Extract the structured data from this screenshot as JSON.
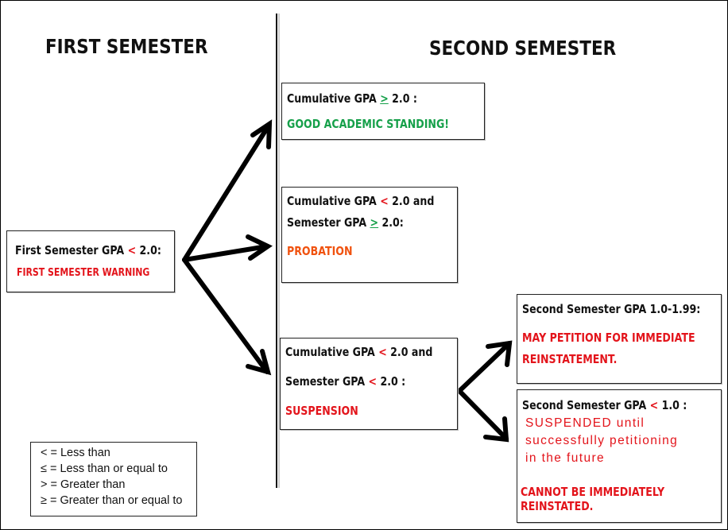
{
  "headings": {
    "first": "FIRST SEMESTER",
    "second": "SECOND SEMESTER"
  },
  "nodes": {
    "first_semester": {
      "condition": {
        "prefix": "First Semester GPA ",
        "op": "<",
        "suffix": " 2.0:"
      },
      "outcome": "FIRST SEMESTER  WARNING"
    },
    "good_standing": {
      "condition": {
        "prefix": "Cumulative GPA ",
        "op": ">",
        "suffix": " 2.0 :"
      },
      "outcome": "GOOD ACADEMIC STANDING!"
    },
    "probation": {
      "condition_line1": {
        "prefix": "Cumulative GPA ",
        "op": "<",
        "suffix": " 2.0 and"
      },
      "condition_line2": {
        "prefix": "Semester GPA ",
        "op": ">",
        "suffix": " 2.0:"
      },
      "outcome": "PROBATION"
    },
    "suspension": {
      "condition_line1": {
        "prefix": "Cumulative GPA ",
        "op": "<",
        "suffix": " 2.0 and"
      },
      "condition_line2": {
        "prefix": "Semester GPA ",
        "op": "<",
        "suffix": " 2.0 :"
      },
      "outcome": "SUSPENSION"
    },
    "petition": {
      "condition": "Second Semester GPA 1.0-1.99:",
      "outcome_line1": "MAY PETITION FOR IMMEDIATE",
      "outcome_line2": "REINSTATEMENT."
    },
    "suspended": {
      "condition": {
        "prefix": "Second Semester GPA ",
        "op": "<",
        "suffix": " 1.0 :"
      },
      "note_lines": [
        "SUSPENDED until",
        "successfully petitioning",
        "in the future"
      ],
      "outcome_line1": "CANNOT BE IMMEDIATELY",
      "outcome_line2": "REINSTATED."
    }
  },
  "edges": [
    {
      "from": "first_semester",
      "to": "good_standing"
    },
    {
      "from": "first_semester",
      "to": "probation"
    },
    {
      "from": "first_semester",
      "to": "suspension"
    },
    {
      "from": "suspension",
      "to": "petition"
    },
    {
      "from": "suspension",
      "to": "suspended"
    }
  ],
  "legend": [
    "< = Less than",
    "≤ = Less than or equal to",
    "> = Greater than",
    "≥ = Greater than or equal to"
  ],
  "colors": {
    "good": "#16a04a",
    "probation": "#f0520f",
    "warning": "#e3141b"
  }
}
